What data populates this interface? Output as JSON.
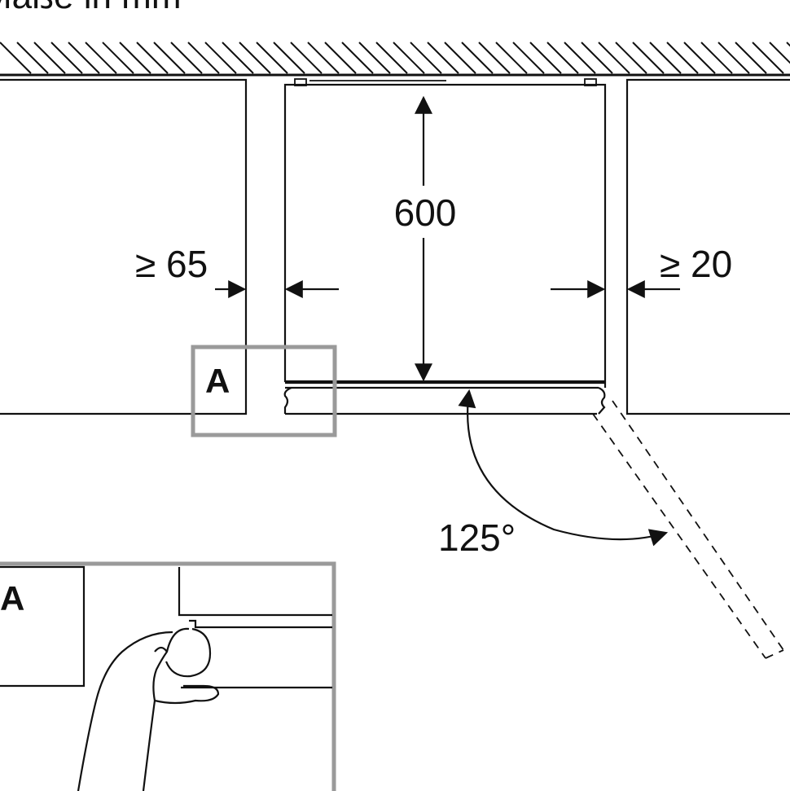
{
  "header_text": "Maße in mm",
  "dimensions": {
    "depth": "600",
    "left_gap": "≥ 65",
    "right_gap": "≥ 20",
    "door_angle": "125°"
  },
  "callouts": {
    "detail_marker": "A",
    "detail_view_label": "A"
  },
  "colors": {
    "line": "#111111",
    "detail_frame": "#9a9a9a",
    "background": "#ffffff"
  }
}
